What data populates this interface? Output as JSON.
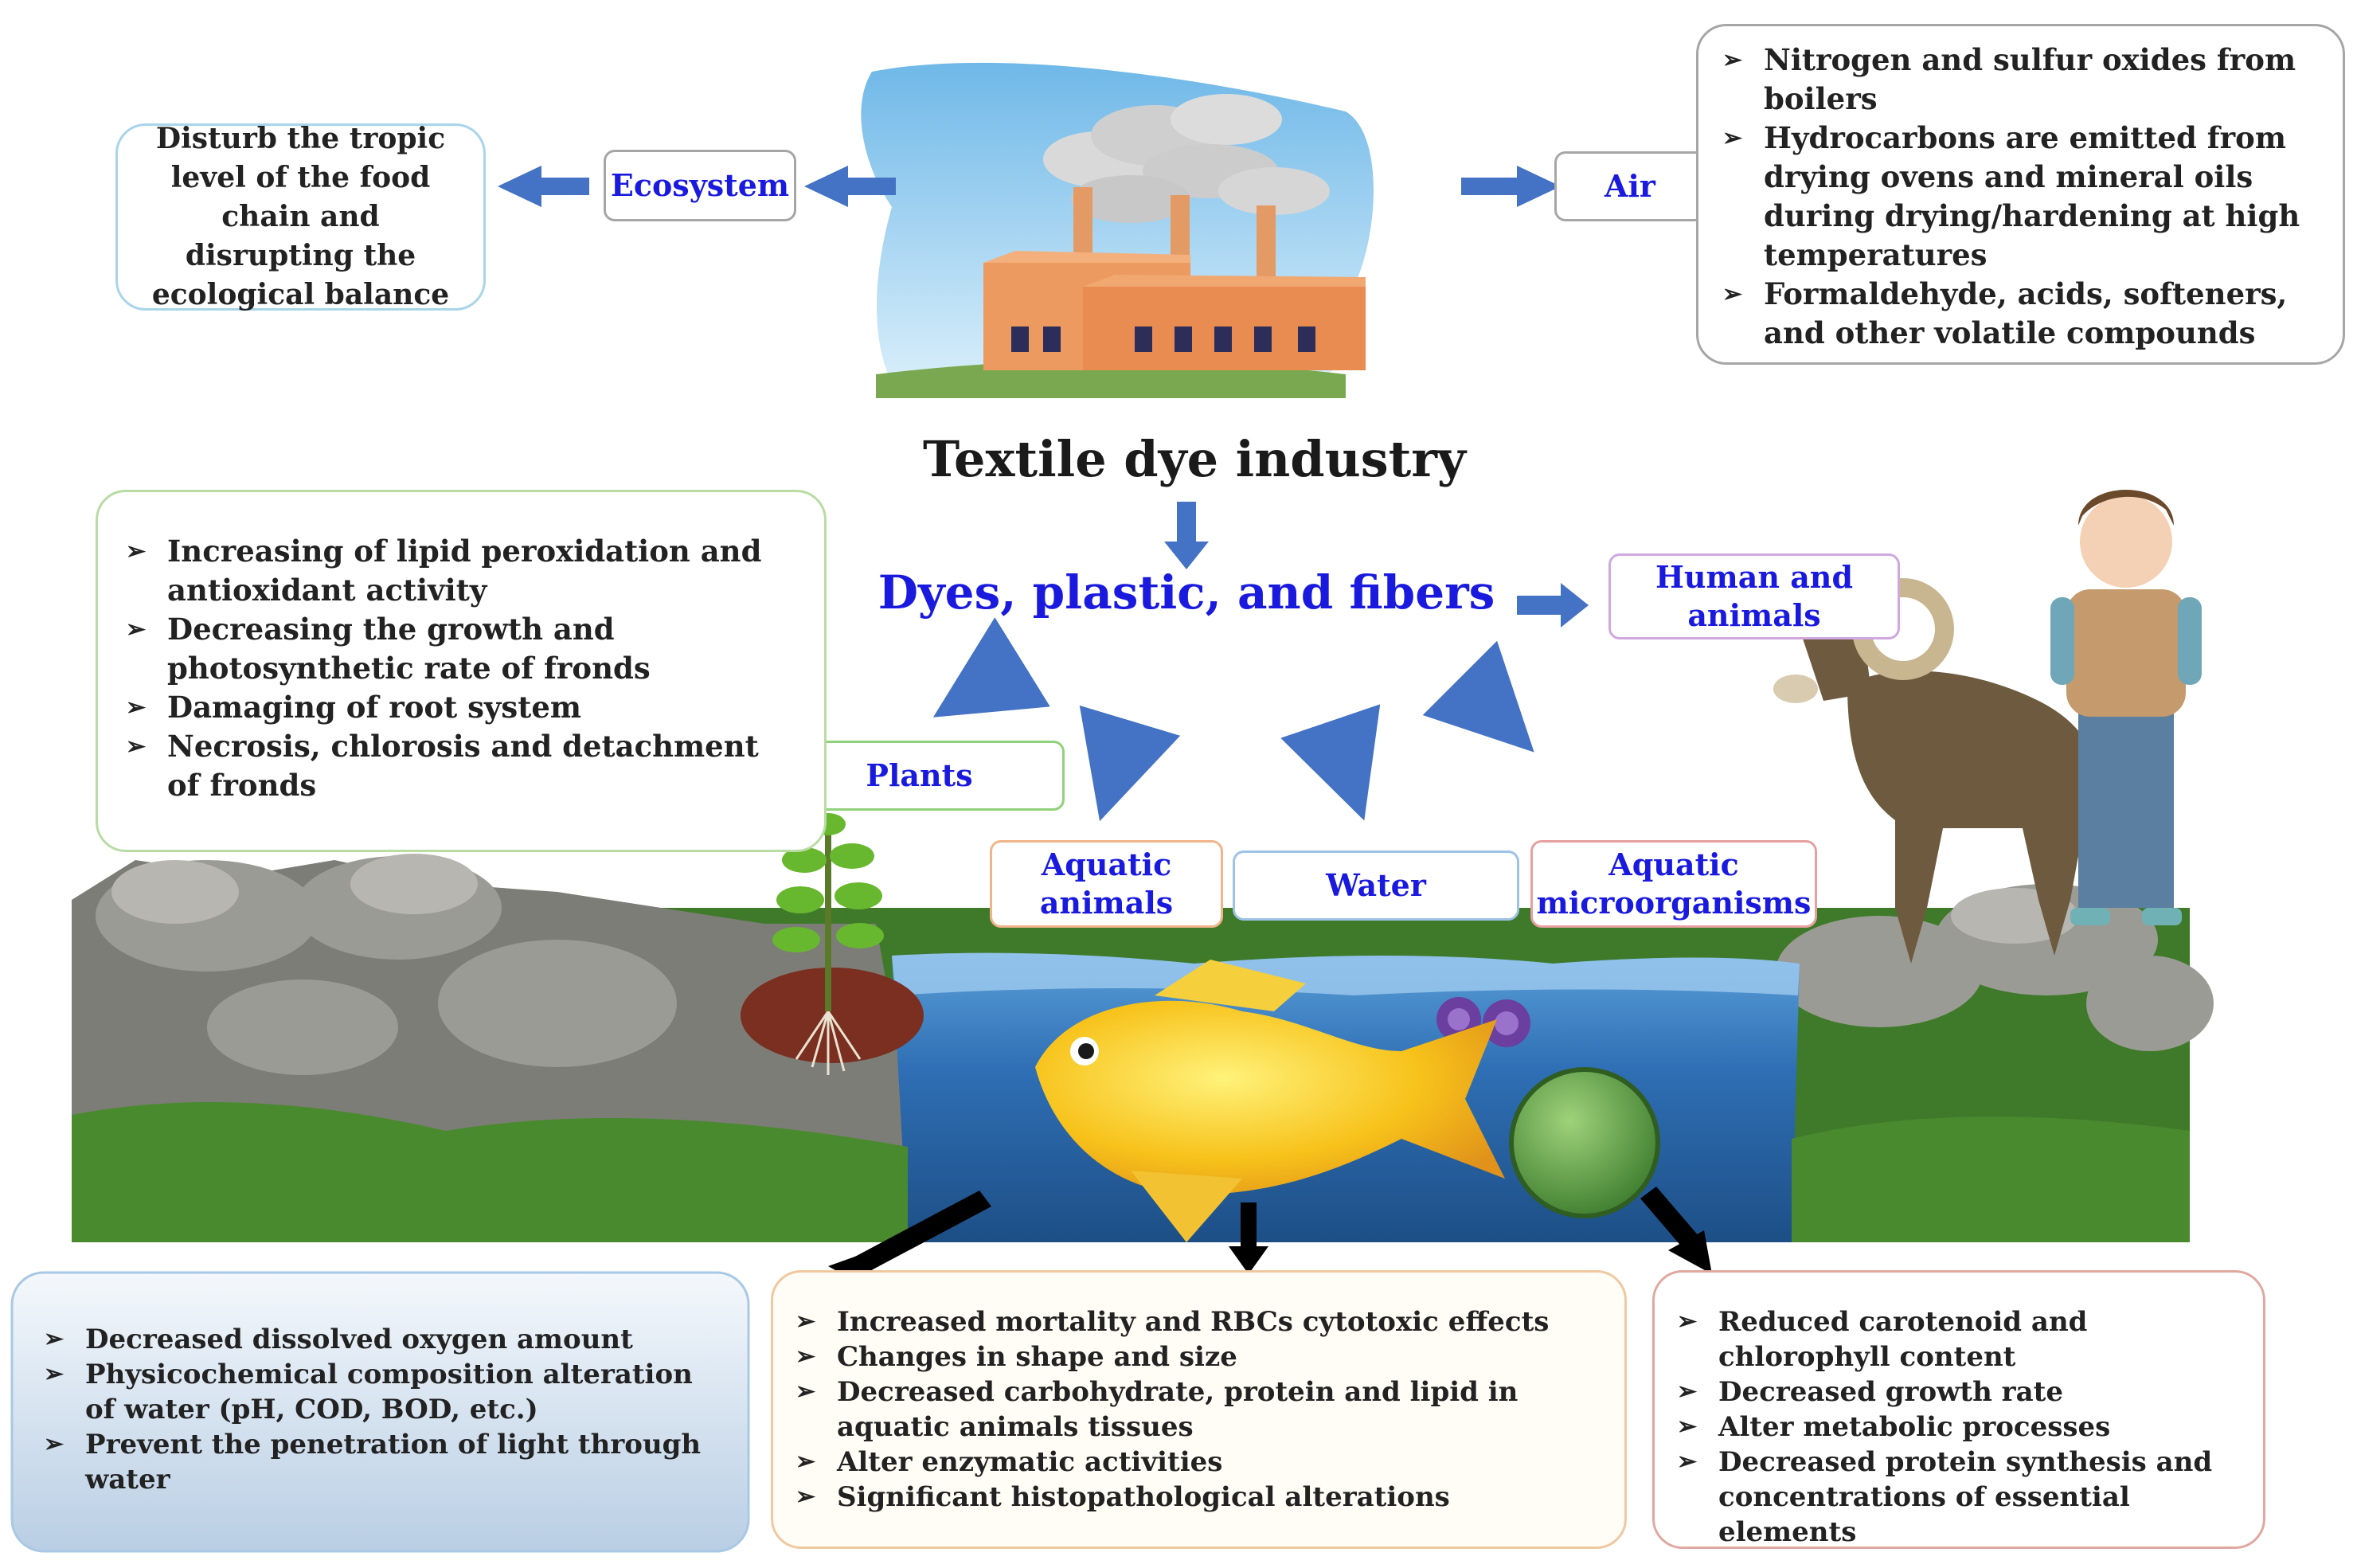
{
  "title": "Textile dye industry",
  "subtitle": "Dyes, plastic, and fibers",
  "labels": {
    "ecosystem": "Ecosystem",
    "air": "Air",
    "human_animals": "Human and animals",
    "plants": "Plants",
    "aquatic_animals": "Aquatic animals",
    "water": "Water",
    "aquatic_microorganisms": "Aquatic microorganisms"
  },
  "ecosystem_effect": "Disturb the tropic level of the food chain and disrupting the ecological balance",
  "air_effects": [
    "Nitrogen and sulfur oxides from boilers",
    "Hydrocarbons are emitted from drying ovens and mineral oils during drying/hardening at high temperatures",
    "Formaldehyde, acids, softeners, and other volatile compounds"
  ],
  "plant_effects": [
    "Increasing of lipid peroxidation and antioxidant activity",
    "Decreasing the growth and photosynthetic rate of fronds",
    "Damaging of root system",
    "Necrosis, chlorosis and detachment of fronds"
  ],
  "water_effects": [
    "Decreased dissolved oxygen amount",
    "Physicochemical composition alteration of water (pH, COD, BOD, etc.)",
    "Prevent the penetration of light through water"
  ],
  "aquatic_animal_effects": [
    "Increased mortality and RBCs cytotoxic effects",
    "Changes in shape and size",
    "Decreased carbohydrate, protein and lipid in aquatic animals tissues",
    "Alter enzymatic activities",
    "Significant histopathological alterations"
  ],
  "microorganism_effects": [
    "Reduced carotenoid and chlorophyll content",
    "Decreased growth rate",
    "Alter metabolic processes",
    "Decreased protein synthesis and concentrations of essential elements"
  ],
  "colors": {
    "arrow_blue": "#4472c4",
    "label_text_blue": "#1a1adf",
    "arrow_black": "#000000",
    "water_blue": "#2f6fb5",
    "grass_green": "#3f7a2a",
    "rock_gray": "#8a8a86",
    "factory_orange": "#e8935c"
  }
}
